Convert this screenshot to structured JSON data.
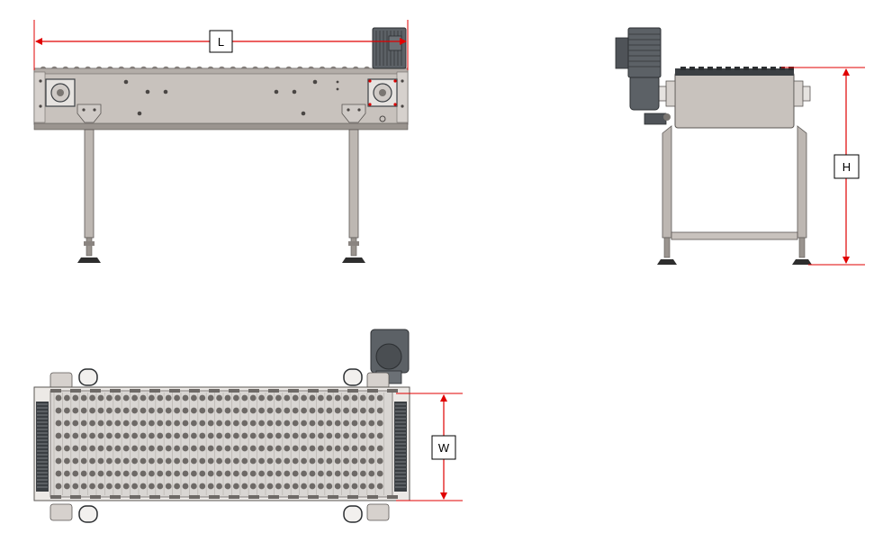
{
  "dimensions": {
    "length": "L",
    "height": "H",
    "width": "W"
  },
  "colors": {
    "frame": "#c8c2bd",
    "frame_dark": "#9a948f",
    "leg": "#bdb7b2",
    "motor": "#5c6166",
    "motor_dark": "#3b3f43",
    "belt": "#d9d6d3",
    "belt_dot": "#6e6a67",
    "dimension_line": "#e00000"
  }
}
